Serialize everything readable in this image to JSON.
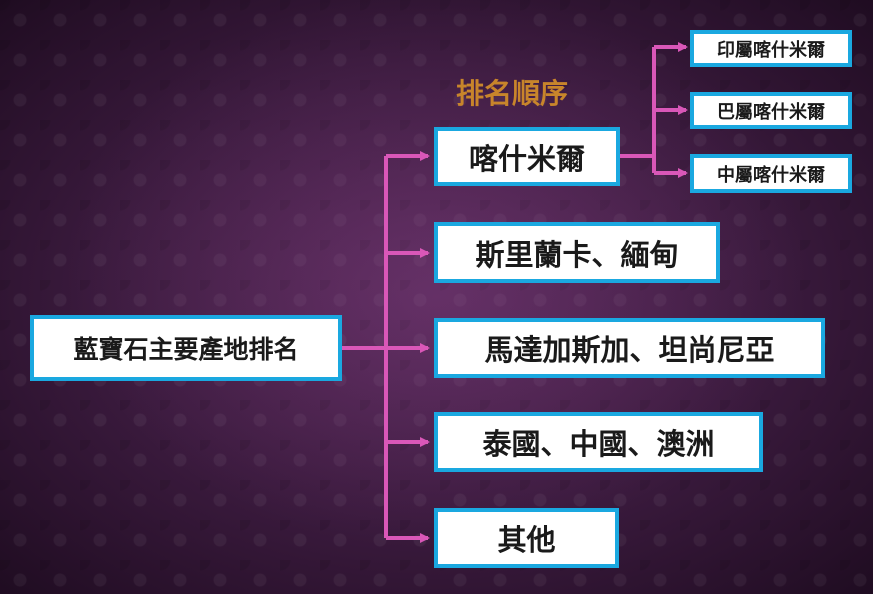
{
  "title": "排名順序",
  "root": {
    "label": "藍寶石主要產地排名"
  },
  "nodes": [
    {
      "label": "喀什米爾"
    },
    {
      "label": "斯里蘭卡、緬甸"
    },
    {
      "label": "馬達加斯加、坦尚尼亞"
    },
    {
      "label": "泰國、中國、澳洲"
    },
    {
      "label": "其他"
    }
  ],
  "sub_nodes": [
    {
      "label": "印屬喀什米爾"
    },
    {
      "label": "巴屬喀什米爾"
    },
    {
      "label": "中屬喀什米爾"
    }
  ],
  "colors": {
    "connector": "#d957b8",
    "box_border": "#1aa8e0",
    "box_fill": "#ffffff",
    "title": "#c8852b"
  }
}
